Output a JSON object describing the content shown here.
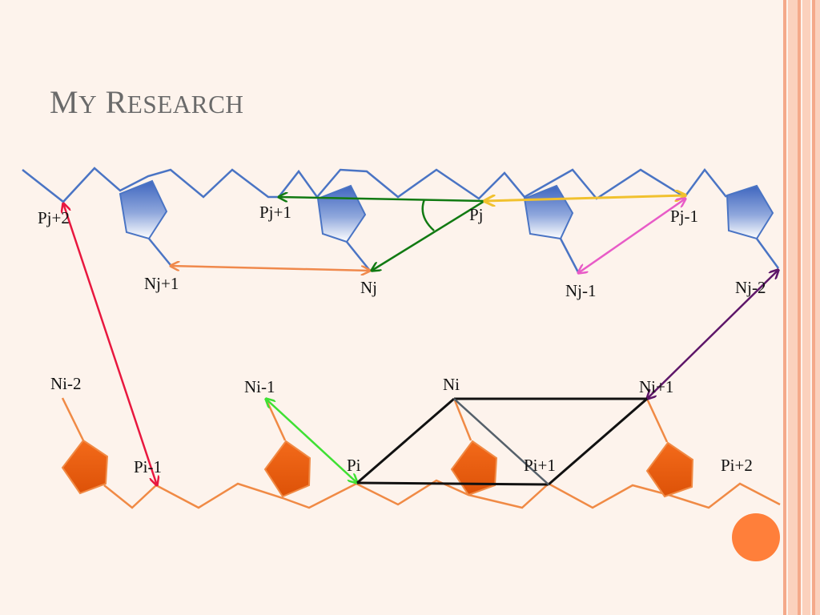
{
  "slide": {
    "title_initial_1": "M",
    "title_rest_1": "y",
    "title_initial_2": "R",
    "title_rest_2": "esearch"
  },
  "colors": {
    "background": "#fdf3ec",
    "top_strand": "#4a74c4",
    "bottom_strand": "#f08a45",
    "pentagon_top": "#4a6fc0",
    "pentagon_bottom": "#e85a10",
    "arrow_red": "#e8173f",
    "arrow_orange": "#f0894c",
    "arrow_green_dark": "#117a12",
    "arrow_yellow": "#f1c12e",
    "arrow_pink": "#e85bc7",
    "arrow_purple": "#5e1669",
    "arrow_green_light": "#3fe033",
    "lines_black": "#111111",
    "line_gray": "#55606a",
    "accent_circle": "#ff7f3a"
  },
  "labels": {
    "pj_plus2": "Pj+2",
    "pj_plus1": "Pj+1",
    "pj": "Pj",
    "pj_minus1": "Pj-1",
    "nj_plus1": "Nj+1",
    "nj": "Nj",
    "nj_minus1": "Nj-1",
    "nj_minus2": "Nj-2",
    "ni_minus2": "Ni-2",
    "ni_minus1": "Ni-1",
    "ni": "Ni",
    "ni_plus1": "Ni+1",
    "pi_minus1": "Pi-1",
    "pi": "Pi",
    "pi_plus1": "Pi+1",
    "pi_plus2": "Pi+2"
  }
}
